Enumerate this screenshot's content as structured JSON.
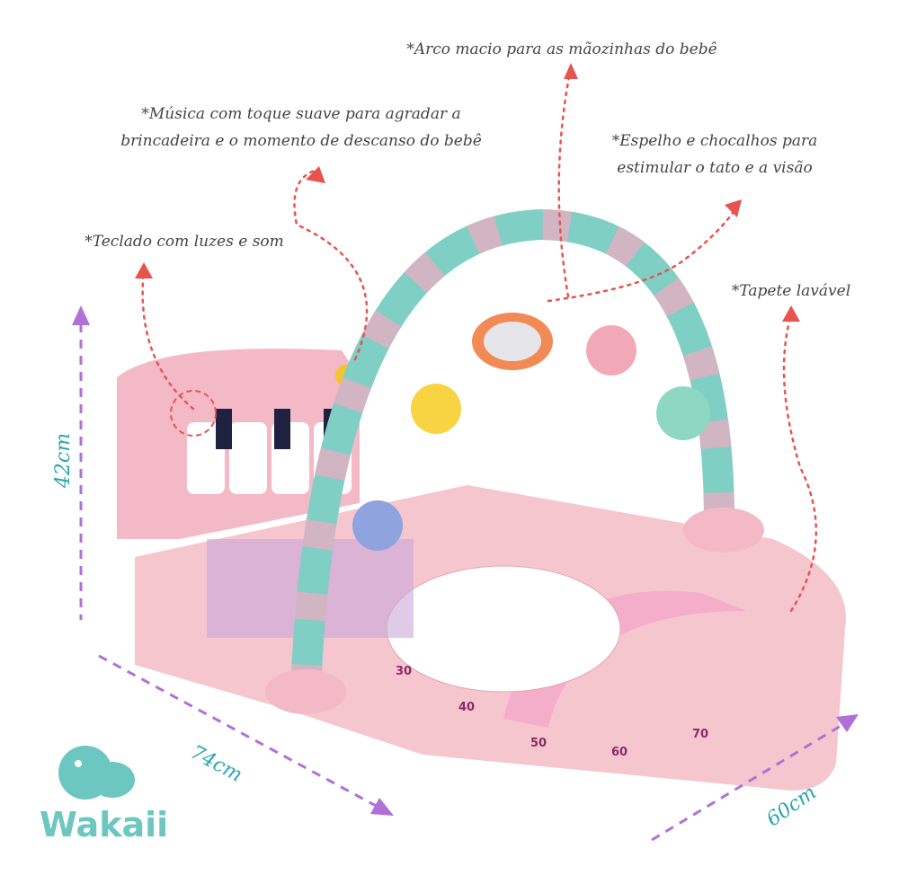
{
  "callouts": {
    "arch": "*Arco macio para as mãozinhas do bebê",
    "music_line1": "*Música com toque suave para agradar a",
    "music_line2": "brincadeira e o momento de descanso do bebê",
    "mirror_line1": "*Espelho e chocalhos para",
    "mirror_line2": "estimular o tato e a visão",
    "keyboard": "*Teclado com luzes e som",
    "mat": "*Tapete lavável"
  },
  "dimensions": {
    "height": "42cm",
    "length": "74cm",
    "width": "60cm"
  },
  "brand": {
    "name": "Wakaii",
    "color": "#6cc7c0"
  },
  "colors": {
    "arrow_red": "#e8534f",
    "dimension_purple": "#b070d8",
    "mat_pink": "#f6c6cf"
  },
  "mat_ruler": [
    "30",
    "40",
    "50",
    "60",
    "70"
  ]
}
